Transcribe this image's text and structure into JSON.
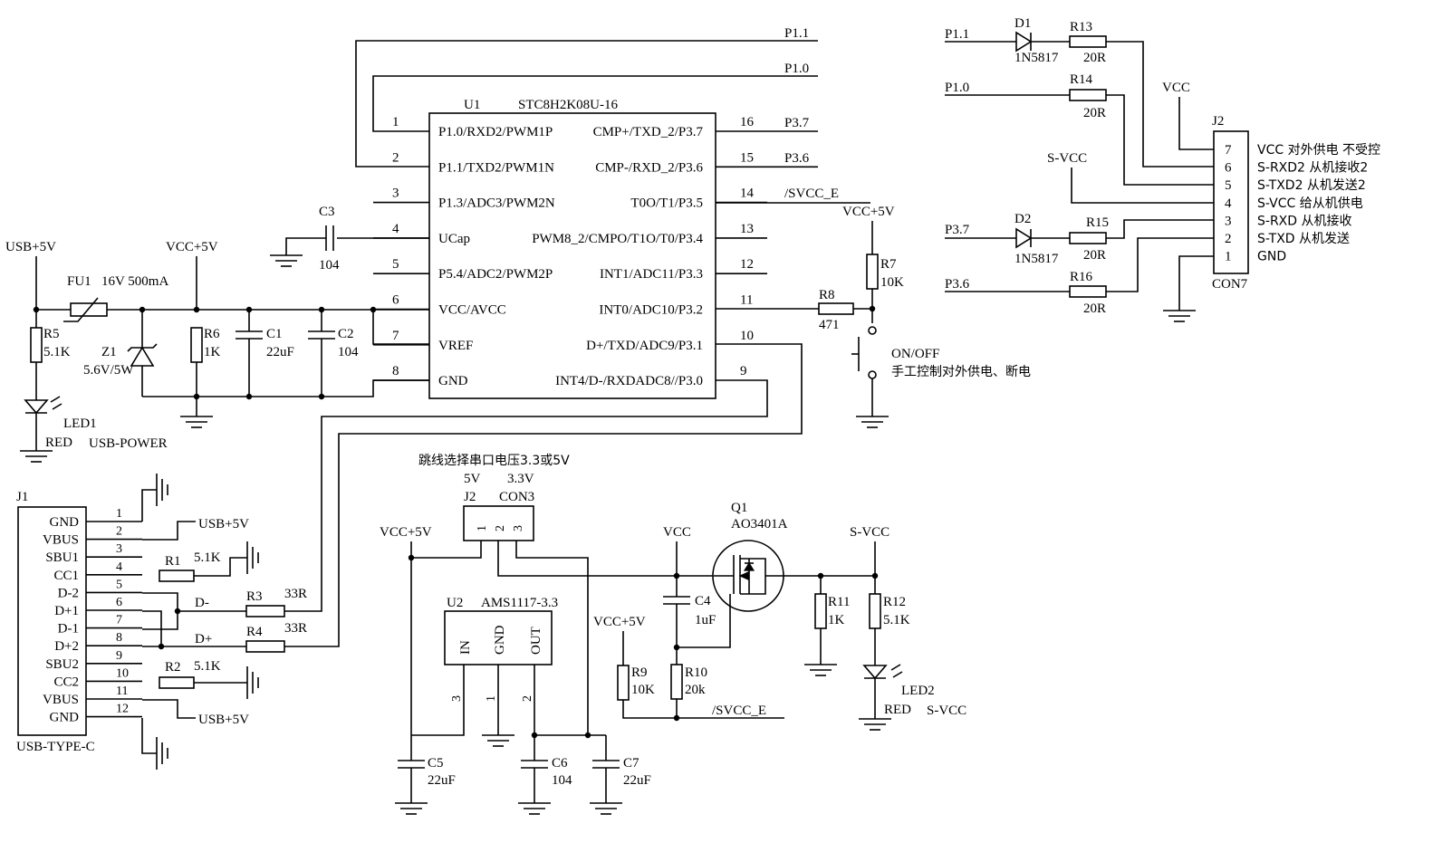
{
  "mcu": {
    "ref": "U1",
    "part": "STC8H2K08U-16",
    "left_pins": [
      {
        "num": "1",
        "name": "P1.0/RXD2/PWM1P"
      },
      {
        "num": "2",
        "name": "P1.1/TXD2/PWM1N"
      },
      {
        "num": "3",
        "name": "P1.3/ADC3/PWM2N"
      },
      {
        "num": "4",
        "name": "UCap"
      },
      {
        "num": "5",
        "name": "P5.4/ADC2/PWM2P"
      },
      {
        "num": "6",
        "name": "VCC/AVCC"
      },
      {
        "num": "7",
        "name": "VREF"
      },
      {
        "num": "8",
        "name": "GND"
      }
    ],
    "right_pins": [
      {
        "num": "16",
        "name": "CMP+/TXD_2/P3.7"
      },
      {
        "num": "15",
        "name": "CMP-/RXD_2/P3.6"
      },
      {
        "num": "14",
        "name": "T0O/T1/P3.5"
      },
      {
        "num": "13",
        "name": "PWM8_2/CMPO/T1O/T0/P3.4"
      },
      {
        "num": "12",
        "name": "INT1/ADC11/P3.3"
      },
      {
        "num": "11",
        "name": "INT0/ADC10/P3.2"
      },
      {
        "num": "10",
        "name": "D+/TXD/ADC9/P3.1"
      },
      {
        "num": "9",
        "name": "INT4/D-/RXDADC8//P3.0"
      }
    ],
    "right_nets": [
      "P3.7",
      "P3.6",
      "/SVCC_E"
    ]
  },
  "top_nets": [
    "P1.1",
    "P1.0"
  ],
  "power_in": {
    "usb5v": "USB+5V",
    "vcc5v": "VCC+5V",
    "fu1": {
      "ref": "FU1",
      "value": "16V 500mA"
    },
    "z1": {
      "ref": "Z1",
      "value": "5.6V/5W"
    },
    "r5": {
      "ref": "R5",
      "value": "5.1K"
    },
    "r6": {
      "ref": "R6",
      "value": "1K"
    },
    "c1": {
      "ref": "C1",
      "value": "22uF"
    },
    "c2": {
      "ref": "C2",
      "value": "104"
    },
    "c3": {
      "ref": "C3",
      "value": "104"
    },
    "led1": {
      "ref": "LED1",
      "value": "RED"
    },
    "caption": "USB-POWER"
  },
  "switch": {
    "vcc": "VCC+5V",
    "r7": {
      "ref": "R7",
      "value": "10K"
    },
    "r8": {
      "ref": "R8",
      "value": "471"
    },
    "label": "ON/OFF",
    "note": "手工控制对外供电、断电"
  },
  "connector_j2": {
    "ref": "J2",
    "part": "CON7",
    "vcc": "VCC",
    "svcc": "S-VCC",
    "pins": [
      {
        "num": "7",
        "label": "VCC 对外供电 不受控"
      },
      {
        "num": "6",
        "label": "S-RXD2 从机接收2"
      },
      {
        "num": "5",
        "label": "S-TXD2 从机发送2"
      },
      {
        "num": "4",
        "label": "S-VCC 给从机供电"
      },
      {
        "num": "3",
        "label": "S-RXD 从机接收"
      },
      {
        "num": "2",
        "label": "S-TXD 从机发送"
      },
      {
        "num": "1",
        "label": "GND"
      }
    ],
    "nets": [
      "P1.1",
      "P1.0",
      "P3.7",
      "P3.6"
    ],
    "d1": {
      "ref": "D1",
      "value": "1N5817"
    },
    "d2": {
      "ref": "D2",
      "value": "1N5817"
    },
    "r13": {
      "ref": "R13",
      "value": "20R"
    },
    "r14": {
      "ref": "R14",
      "value": "20R"
    },
    "r15": {
      "ref": "R15",
      "value": "20R"
    },
    "r16": {
      "ref": "R16",
      "value": "20R"
    }
  },
  "usb_c": {
    "ref": "J1",
    "part": "USB-TYPE-C",
    "pins": [
      {
        "num": "1",
        "name": "GND"
      },
      {
        "num": "2",
        "name": "VBUS"
      },
      {
        "num": "3",
        "name": "SBU1"
      },
      {
        "num": "4",
        "name": "CC1"
      },
      {
        "num": "5",
        "name": "D-2"
      },
      {
        "num": "6",
        "name": "D+1"
      },
      {
        "num": "7",
        "name": "D-1"
      },
      {
        "num": "8",
        "name": "D+2"
      },
      {
        "num": "9",
        "name": "SBU2"
      },
      {
        "num": "10",
        "name": "CC2"
      },
      {
        "num": "11",
        "name": "VBUS"
      },
      {
        "num": "12",
        "name": "GND"
      }
    ],
    "usb5v": "USB+5V",
    "r1": {
      "ref": "R1",
      "value": "5.1K"
    },
    "r2": {
      "ref": "R2",
      "value": "5.1K"
    },
    "r3": {
      "ref": "R3",
      "value": "33R"
    },
    "r4": {
      "ref": "R4",
      "value": "33R"
    },
    "dminus": "D-",
    "dplus": "D+"
  },
  "jumper": {
    "note": "跳线选择串口电压3.3或5V",
    "ref": "J2",
    "part": "CON3",
    "opt1": "5V",
    "opt2": "3.3V",
    "pins": [
      "1",
      "2",
      "3"
    ]
  },
  "regulator": {
    "ref": "U2",
    "part": "AMS1117-3.3",
    "vcc5v": "VCC+5V",
    "pins": [
      {
        "num": "3",
        "name": "IN"
      },
      {
        "num": "1",
        "name": "GND"
      },
      {
        "num": "2",
        "name": "OUT"
      }
    ],
    "c5": {
      "ref": "C5",
      "value": "22uF"
    },
    "c6": {
      "ref": "C6",
      "value": "104"
    },
    "c7": {
      "ref": "C7",
      "value": "22uF"
    }
  },
  "pmos": {
    "q1": {
      "ref": "Q1",
      "value": "AO3401A"
    },
    "vcc": "VCC",
    "vcc5v": "VCC+5V",
    "svcc": "S-VCC",
    "net": "/SVCC_E",
    "c4": {
      "ref": "C4",
      "value": "1uF"
    },
    "r9": {
      "ref": "R9",
      "value": "10K"
    },
    "r10": {
      "ref": "R10",
      "value": "20k"
    },
    "r11": {
      "ref": "R11",
      "value": "1K"
    },
    "r12": {
      "ref": "R12",
      "value": "5.1K"
    },
    "led2": {
      "ref": "LED2",
      "value": "RED"
    },
    "caption": "S-VCC"
  }
}
